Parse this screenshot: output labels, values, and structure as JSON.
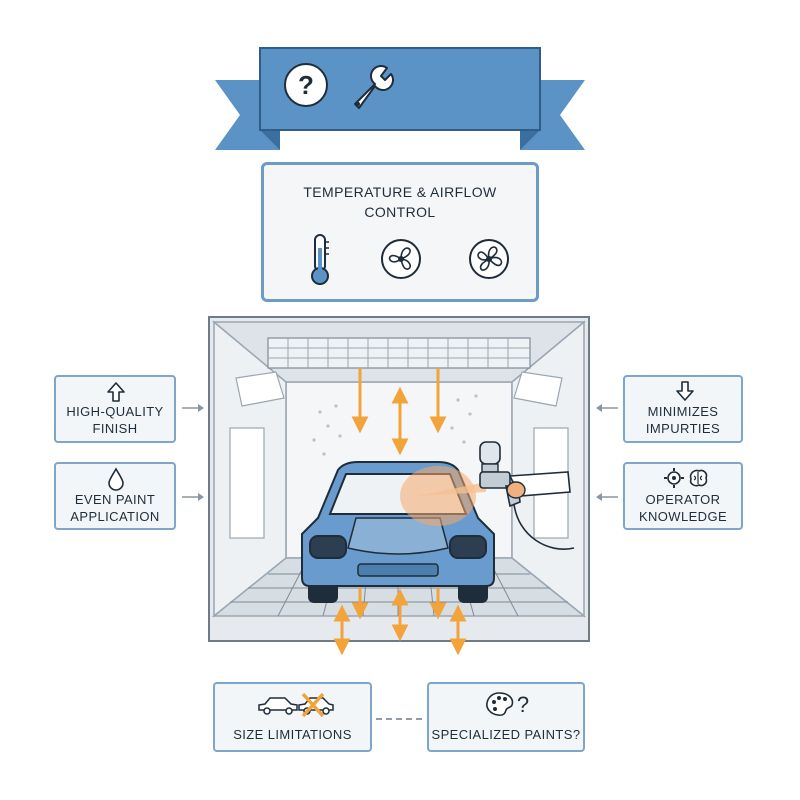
{
  "banner": {
    "icons": [
      "question-icon",
      "wrench-icon"
    ],
    "color": "#5b93c7"
  },
  "top_panel": {
    "title_line1": "TEMPERATURE & AIRFLOW",
    "title_line2": "CONTROL",
    "icons": [
      "thermometer-icon",
      "fan-icon",
      "fan-icon"
    ]
  },
  "left_cards": [
    {
      "line1": "HIGH-QUALITY",
      "line2": "FINISH",
      "icon": "arrow-up-icon"
    },
    {
      "line1": "EVEN PAINT",
      "line2": "APPLICATION",
      "icon": "droplet-icon"
    }
  ],
  "right_cards": [
    {
      "line1": "MINIMIZES",
      "line2": "IMPURTIES",
      "icon": "arrow-down-icon"
    },
    {
      "line1": "OPERATOR",
      "line2": "KNOWLEDGE",
      "icon": "gear-brain-icon"
    }
  ],
  "bottom_cards": [
    {
      "label": "SIZE LIMITATIONS",
      "icon": "car-crossed-icon"
    },
    {
      "label": "SPECIALIZED PAINTS?",
      "icon": "palette-question-icon"
    }
  ],
  "colors": {
    "accent": "#5b93c7",
    "border": "#7fa6c8",
    "arrow": "#f2a33a",
    "car": "#6a9bcf",
    "spray": "#f5a86a"
  }
}
